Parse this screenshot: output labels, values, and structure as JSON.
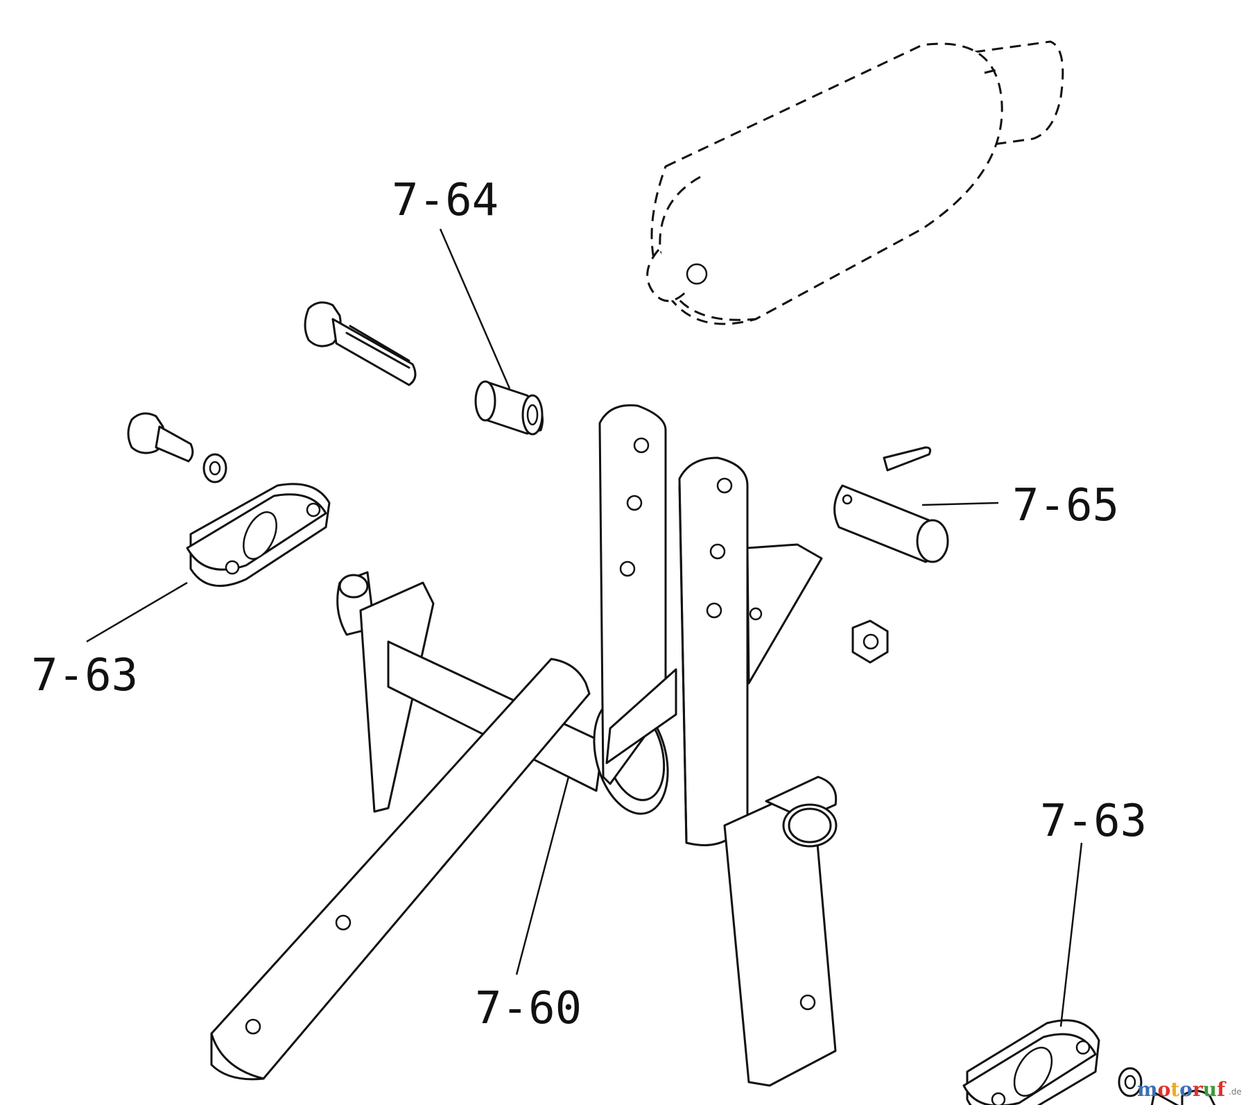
{
  "labels": {
    "p764": "7-64",
    "p765": "7-65",
    "p763_left": "7-63",
    "p763_right": "7-63",
    "p760": "7-60"
  },
  "watermark": {
    "text": "motoruf",
    "suffix": ".de",
    "letter_colors": [
      "#3b6fb6",
      "#e0312b",
      "#f2a91c",
      "#3b6fb6",
      "#e0312b",
      "#3a9a3a",
      "#e0312b"
    ]
  }
}
